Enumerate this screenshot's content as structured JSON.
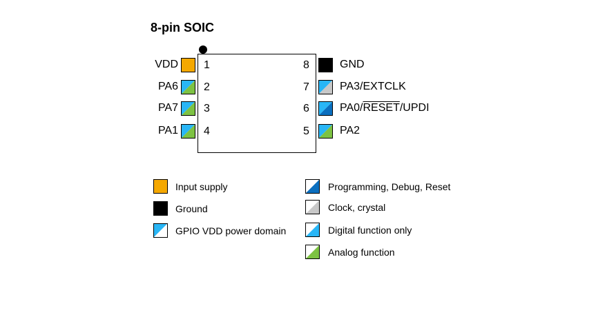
{
  "title": "8-pin SOIC",
  "colors": {
    "supply": "#f5a800",
    "ground": "#000000",
    "gpio_white": "#ffffff",
    "digital_blue": "#29b6f6",
    "prog_blue": "#0b6fbf",
    "clock_gray": "#c8c8c8",
    "analog_green": "#7dc243"
  },
  "pins": [
    {
      "number": "1",
      "name": "VDD",
      "side": "left",
      "fill": "supply"
    },
    {
      "number": "2",
      "name": "PA6",
      "side": "left",
      "fill": "analog"
    },
    {
      "number": "3",
      "name": "PA7",
      "side": "left",
      "fill": "analog"
    },
    {
      "number": "4",
      "name": "PA1",
      "side": "left",
      "fill": "analog"
    },
    {
      "number": "5",
      "name": "PA2",
      "side": "right",
      "fill": "analog"
    },
    {
      "number": "6",
      "name_prefix": "PA0/",
      "name_overline": "RESET",
      "name_suffix": "/UPDI",
      "side": "right",
      "fill": "prog"
    },
    {
      "number": "7",
      "name": "PA3/EXTCLK",
      "side": "right",
      "fill": "clock"
    },
    {
      "number": "8",
      "name": "GND",
      "side": "right",
      "fill": "ground"
    }
  ],
  "legend": {
    "left": [
      {
        "label": "Input supply",
        "icon": "supply-swatch-icon"
      },
      {
        "label": "Ground",
        "icon": "ground-swatch-icon"
      },
      {
        "label": "GPIO VDD power domain",
        "icon": "gpio-swatch-icon"
      }
    ],
    "right": [
      {
        "label": "Programming, Debug, Reset",
        "icon": "programming-swatch-icon"
      },
      {
        "label": "Clock, crystal",
        "icon": "clock-swatch-icon"
      },
      {
        "label": "Digital function only",
        "icon": "digital-swatch-icon"
      },
      {
        "label": "Analog function",
        "icon": "analog-swatch-icon"
      }
    ]
  }
}
